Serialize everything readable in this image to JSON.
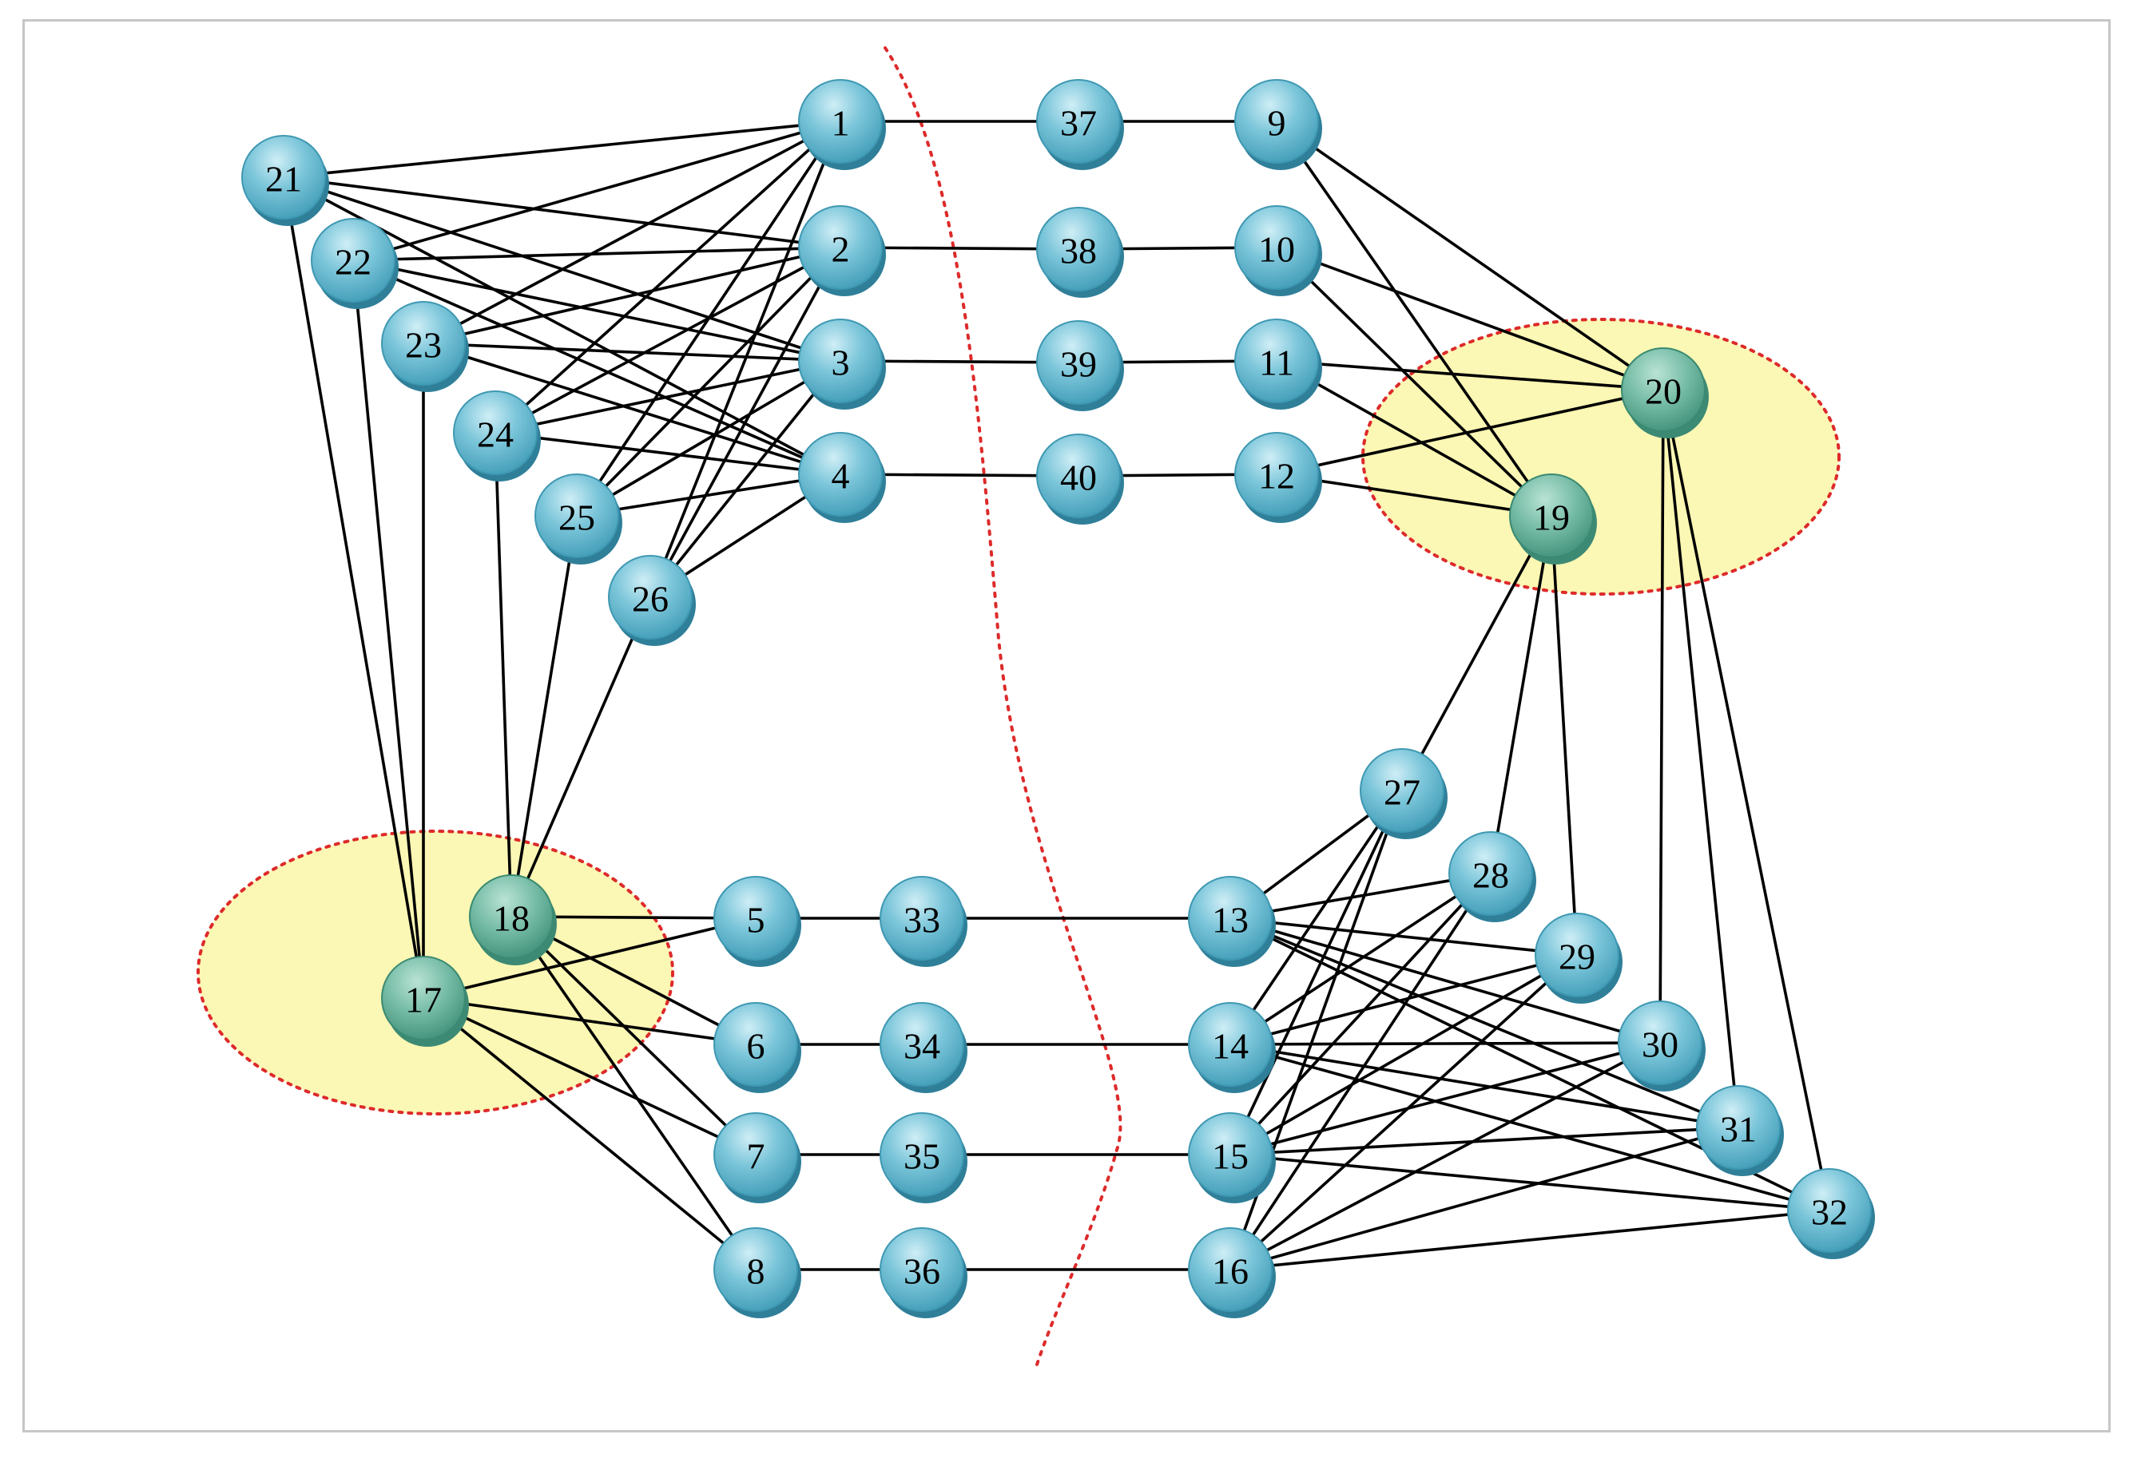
{
  "colors": {
    "node_fill": "#5fb6cc",
    "node_highlight": "#bfe6f0",
    "node_shadow": "#2f7f99",
    "hub_fill": "#6fb8a0",
    "hub_shadow": "#3d8a74",
    "cluster_fill": "#fbf7b4",
    "cluster_border": "#dd2a2a",
    "divider": "#dd2a2a",
    "edge": "#000000"
  },
  "nodes": [
    {
      "id": "1",
      "label": "1",
      "kind": "normal"
    },
    {
      "id": "2",
      "label": "2",
      "kind": "normal"
    },
    {
      "id": "3",
      "label": "3",
      "kind": "normal"
    },
    {
      "id": "4",
      "label": "4",
      "kind": "normal"
    },
    {
      "id": "5",
      "label": "5",
      "kind": "normal"
    },
    {
      "id": "6",
      "label": "6",
      "kind": "normal"
    },
    {
      "id": "7",
      "label": "7",
      "kind": "normal"
    },
    {
      "id": "8",
      "label": "8",
      "kind": "normal"
    },
    {
      "id": "9",
      "label": "9",
      "kind": "normal"
    },
    {
      "id": "10",
      "label": "10",
      "kind": "normal"
    },
    {
      "id": "11",
      "label": "11",
      "kind": "normal"
    },
    {
      "id": "12",
      "label": "12",
      "kind": "normal"
    },
    {
      "id": "13",
      "label": "13",
      "kind": "normal"
    },
    {
      "id": "14",
      "label": "14",
      "kind": "normal"
    },
    {
      "id": "15",
      "label": "15",
      "kind": "normal"
    },
    {
      "id": "16",
      "label": "16",
      "kind": "normal"
    },
    {
      "id": "17",
      "label": "17",
      "kind": "hub"
    },
    {
      "id": "18",
      "label": "18",
      "kind": "hub"
    },
    {
      "id": "19",
      "label": "19",
      "kind": "hub"
    },
    {
      "id": "20",
      "label": "20",
      "kind": "hub"
    },
    {
      "id": "21",
      "label": "21",
      "kind": "normal"
    },
    {
      "id": "22",
      "label": "22",
      "kind": "normal"
    },
    {
      "id": "23",
      "label": "23",
      "kind": "normal"
    },
    {
      "id": "24",
      "label": "24",
      "kind": "normal"
    },
    {
      "id": "25",
      "label": "25",
      "kind": "normal"
    },
    {
      "id": "26",
      "label": "26",
      "kind": "normal"
    },
    {
      "id": "27",
      "label": "27",
      "kind": "normal"
    },
    {
      "id": "28",
      "label": "28",
      "kind": "normal"
    },
    {
      "id": "29",
      "label": "29",
      "kind": "normal"
    },
    {
      "id": "30",
      "label": "30",
      "kind": "normal"
    },
    {
      "id": "31",
      "label": "31",
      "kind": "normal"
    },
    {
      "id": "32",
      "label": "32",
      "kind": "normal"
    },
    {
      "id": "33",
      "label": "33",
      "kind": "normal"
    },
    {
      "id": "34",
      "label": "34",
      "kind": "normal"
    },
    {
      "id": "35",
      "label": "35",
      "kind": "normal"
    },
    {
      "id": "36",
      "label": "36",
      "kind": "normal"
    },
    {
      "id": "37",
      "label": "37",
      "kind": "normal"
    },
    {
      "id": "38",
      "label": "38",
      "kind": "normal"
    },
    {
      "id": "39",
      "label": "39",
      "kind": "normal"
    },
    {
      "id": "40",
      "label": "40",
      "kind": "normal"
    }
  ],
  "edges": [
    [
      "21",
      "1"
    ],
    [
      "21",
      "2"
    ],
    [
      "21",
      "3"
    ],
    [
      "21",
      "4"
    ],
    [
      "22",
      "1"
    ],
    [
      "22",
      "2"
    ],
    [
      "22",
      "3"
    ],
    [
      "22",
      "4"
    ],
    [
      "23",
      "1"
    ],
    [
      "23",
      "2"
    ],
    [
      "23",
      "3"
    ],
    [
      "23",
      "4"
    ],
    [
      "24",
      "1"
    ],
    [
      "24",
      "2"
    ],
    [
      "24",
      "3"
    ],
    [
      "24",
      "4"
    ],
    [
      "25",
      "1"
    ],
    [
      "25",
      "2"
    ],
    [
      "25",
      "3"
    ],
    [
      "25",
      "4"
    ],
    [
      "26",
      "1"
    ],
    [
      "26",
      "2"
    ],
    [
      "26",
      "3"
    ],
    [
      "26",
      "4"
    ],
    [
      "21",
      "17"
    ],
    [
      "22",
      "17"
    ],
    [
      "23",
      "17"
    ],
    [
      "24",
      "18"
    ],
    [
      "25",
      "18"
    ],
    [
      "26",
      "18"
    ],
    [
      "1",
      "37"
    ],
    [
      "37",
      "9"
    ],
    [
      "2",
      "38"
    ],
    [
      "38",
      "10"
    ],
    [
      "3",
      "39"
    ],
    [
      "39",
      "11"
    ],
    [
      "4",
      "40"
    ],
    [
      "40",
      "12"
    ],
    [
      "9",
      "20"
    ],
    [
      "9",
      "19"
    ],
    [
      "10",
      "20"
    ],
    [
      "10",
      "19"
    ],
    [
      "11",
      "20"
    ],
    [
      "11",
      "19"
    ],
    [
      "12",
      "20"
    ],
    [
      "12",
      "19"
    ],
    [
      "19",
      "27"
    ],
    [
      "19",
      "28"
    ],
    [
      "19",
      "29"
    ],
    [
      "20",
      "30"
    ],
    [
      "20",
      "31"
    ],
    [
      "20",
      "32"
    ],
    [
      "5",
      "33"
    ],
    [
      "33",
      "13"
    ],
    [
      "6",
      "34"
    ],
    [
      "34",
      "14"
    ],
    [
      "7",
      "35"
    ],
    [
      "35",
      "15"
    ],
    [
      "8",
      "36"
    ],
    [
      "36",
      "16"
    ],
    [
      "17",
      "5"
    ],
    [
      "17",
      "6"
    ],
    [
      "17",
      "7"
    ],
    [
      "17",
      "8"
    ],
    [
      "18",
      "5"
    ],
    [
      "18",
      "6"
    ],
    [
      "18",
      "7"
    ],
    [
      "18",
      "8"
    ],
    [
      "13",
      "27"
    ],
    [
      "13",
      "28"
    ],
    [
      "13",
      "29"
    ],
    [
      "13",
      "30"
    ],
    [
      "13",
      "31"
    ],
    [
      "13",
      "32"
    ],
    [
      "14",
      "27"
    ],
    [
      "14",
      "28"
    ],
    [
      "14",
      "29"
    ],
    [
      "14",
      "30"
    ],
    [
      "14",
      "31"
    ],
    [
      "14",
      "32"
    ],
    [
      "15",
      "27"
    ],
    [
      "15",
      "28"
    ],
    [
      "15",
      "29"
    ],
    [
      "15",
      "30"
    ],
    [
      "15",
      "31"
    ],
    [
      "15",
      "32"
    ],
    [
      "16",
      "27"
    ],
    [
      "16",
      "28"
    ],
    [
      "16",
      "29"
    ],
    [
      "16",
      "30"
    ],
    [
      "16",
      "31"
    ],
    [
      "16",
      "32"
    ]
  ]
}
